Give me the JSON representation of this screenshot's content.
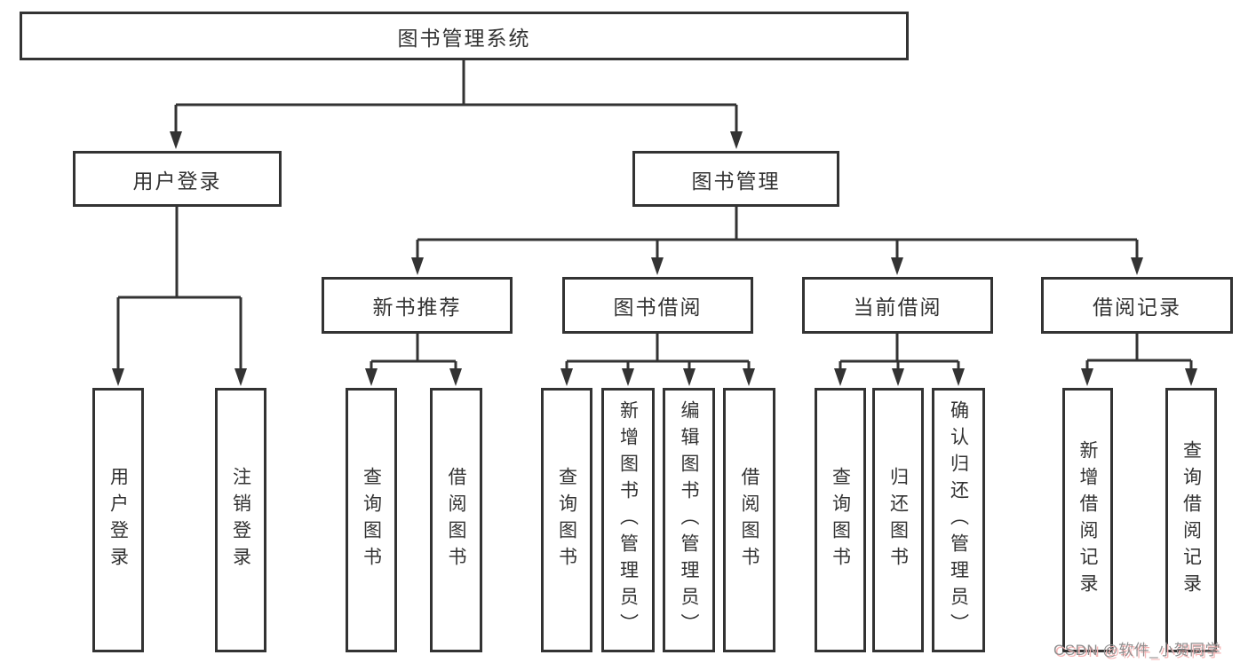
{
  "diagram": {
    "tree": {
      "label": "图书管理系统",
      "children": [
        {
          "label": "用户登录",
          "children": [
            {
              "label": "用户登录"
            },
            {
              "label": "注销登录"
            }
          ]
        },
        {
          "label": "图书管理",
          "children": [
            {
              "label": "新书推荐",
              "children": [
                {
                  "label": "查询图书"
                },
                {
                  "label": "借阅图书"
                }
              ]
            },
            {
              "label": "图书借阅",
              "children": [
                {
                  "label": "查询图书"
                },
                {
                  "label": "新增图书（管理员）"
                },
                {
                  "label": "编辑图书（管理员）"
                },
                {
                  "label": "借阅图书"
                }
              ]
            },
            {
              "label": "当前借阅",
              "children": [
                {
                  "label": "查询图书"
                },
                {
                  "label": "归还图书"
                },
                {
                  "label": "确认归还（管理员）"
                }
              ]
            },
            {
              "label": "借阅记录",
              "children": [
                {
                  "label": "新增借阅记录"
                },
                {
                  "label": "查询借阅记录"
                }
              ]
            }
          ]
        }
      ]
    },
    "watermark": "CSDN @软件_小贺同学",
    "colors": {
      "line": "#333333",
      "text": "#333333",
      "background": "#ffffff",
      "watermark_text": "#8f8f8f",
      "watermark_shadow": "#f6b6b6"
    }
  }
}
